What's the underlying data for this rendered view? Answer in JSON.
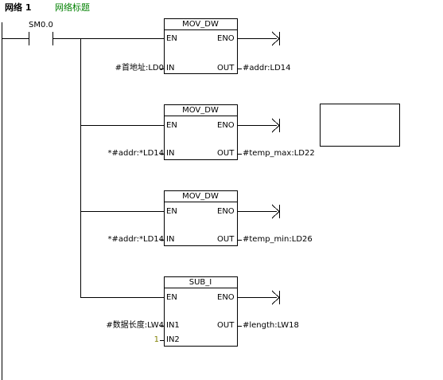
{
  "network": {
    "label": "网络 1",
    "comment": "网络标题"
  },
  "contact": {
    "label": "SM0.0"
  },
  "blocks": [
    {
      "title": "MOV_DW",
      "en": "EN",
      "eno": "ENO",
      "in_pin": "IN",
      "out_pin": "OUT",
      "in_value": "#首地址:LD0",
      "out_value": "#addr:LD14"
    },
    {
      "title": "MOV_DW",
      "en": "EN",
      "eno": "ENO",
      "in_pin": "IN",
      "out_pin": "OUT",
      "in_value": "*#addr:*LD14",
      "out_value": "#temp_max:LD22"
    },
    {
      "title": "MOV_DW",
      "en": "EN",
      "eno": "ENO",
      "in_pin": "IN",
      "out_pin": "OUT",
      "in_value": "*#addr:*LD14",
      "out_value": "#temp_min:LD26"
    },
    {
      "title": "SUB_I",
      "en": "EN",
      "eno": "ENO",
      "in_pin": "IN1",
      "in2_pin": "IN2",
      "out_pin": "OUT",
      "in_value": "#数据长度:LW4",
      "in2_value": "1",
      "out_value": "#length:LW18"
    }
  ],
  "colors": {
    "line": "#000000",
    "comment": "#008000",
    "constant": "#808000"
  }
}
